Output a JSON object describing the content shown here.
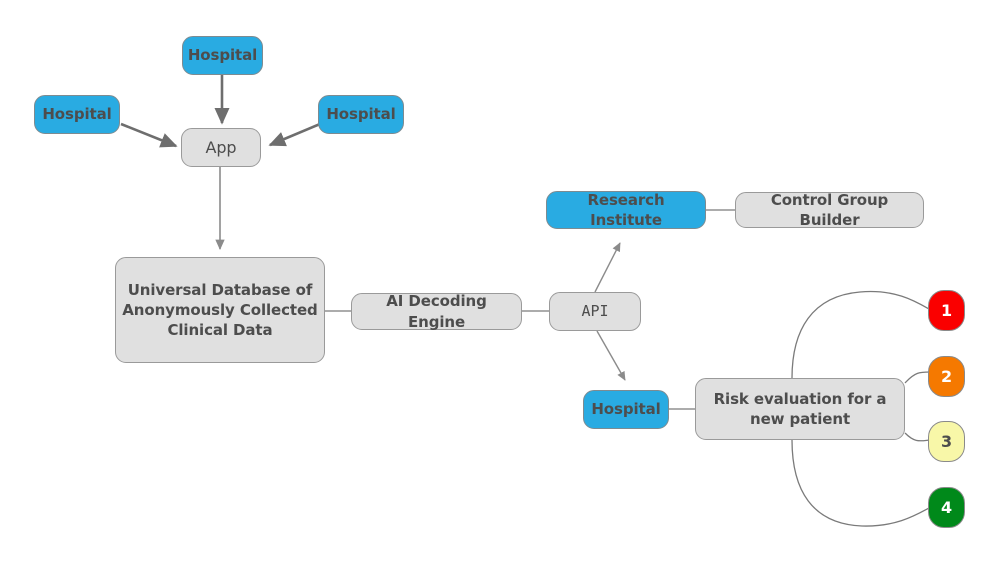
{
  "diagram": {
    "title": "Clinical data platform flow",
    "background": "#ffffff",
    "colors": {
      "blue": "#29abe2",
      "grey": "#e0e0e0",
      "edge": "#7a7a7a",
      "arrow": "#6e6e6e",
      "text": "#4d4d4d",
      "red": "#fa0000",
      "orange": "#f57900",
      "yellow": "#f8f7a8",
      "green": "#00891a"
    },
    "nodes": [
      {
        "id": "hospital_top",
        "label": "Hospital"
      },
      {
        "id": "hospital_left",
        "label": "Hospital"
      },
      {
        "id": "hospital_right",
        "label": "Hospital"
      },
      {
        "id": "app",
        "label": "App"
      },
      {
        "id": "database",
        "label": "Universal Database of Anonymously Collected Clinical Data"
      },
      {
        "id": "ai_engine",
        "label": "AI Decoding Engine"
      },
      {
        "id": "api",
        "label": "API"
      },
      {
        "id": "research",
        "label": "Research Institute"
      },
      {
        "id": "control_group",
        "label": "Control Group Builder"
      },
      {
        "id": "hospital_api",
        "label": "Hospital"
      },
      {
        "id": "risk",
        "label": "Risk evaluation for a new patient"
      },
      {
        "id": "risk_1",
        "label": "1"
      },
      {
        "id": "risk_2",
        "label": "2"
      },
      {
        "id": "risk_3",
        "label": "3"
      },
      {
        "id": "risk_4",
        "label": "4"
      }
    ],
    "edges": [
      {
        "from": "hospital_top",
        "to": "app",
        "arrow": true
      },
      {
        "from": "hospital_left",
        "to": "app",
        "arrow": true
      },
      {
        "from": "hospital_right",
        "to": "app",
        "arrow": true
      },
      {
        "from": "app",
        "to": "database",
        "arrow": true
      },
      {
        "from": "database",
        "to": "ai_engine",
        "arrow": false
      },
      {
        "from": "ai_engine",
        "to": "api",
        "arrow": false
      },
      {
        "from": "api",
        "to": "research",
        "arrow": true
      },
      {
        "from": "api",
        "to": "hospital_api",
        "arrow": true
      },
      {
        "from": "research",
        "to": "control_group",
        "arrow": false
      },
      {
        "from": "hospital_api",
        "to": "risk",
        "arrow": false
      },
      {
        "from": "risk",
        "to": "risk_1",
        "arrow": false
      },
      {
        "from": "risk",
        "to": "risk_2",
        "arrow": false
      },
      {
        "from": "risk",
        "to": "risk_3",
        "arrow": false
      },
      {
        "from": "risk",
        "to": "risk_4",
        "arrow": false
      }
    ]
  }
}
